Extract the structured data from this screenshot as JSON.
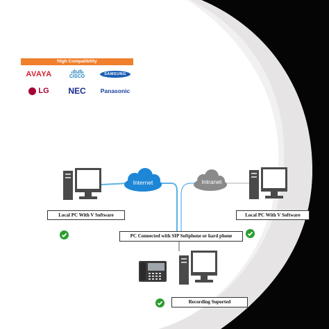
{
  "compatibility": {
    "header": "High Compatibility",
    "logos": {
      "avaya": "AVAYA",
      "cisco": "CISCO",
      "samsung": "SAMSUNG",
      "lg": "LG",
      "nec": "NEC",
      "panasonic": "Panasonic"
    }
  },
  "network": {
    "internet_label": "Internet",
    "intranet_label": "Intranet"
  },
  "labels": {
    "local_pc_left": "Local PC With V Software",
    "local_pc_right": "Local PC With V Software",
    "pc_connected": "PC Connected with SIP Softphone or hard phone",
    "recording": "Recording Suported"
  },
  "colors": {
    "background_dark": "#050505",
    "arc_gray": "#e7e4e6",
    "header_orange": "#f07f2e",
    "internet_cloud": "#1e86d6",
    "intranet_cloud": "#8a8a8a",
    "link_blue": "#5bb1e6",
    "check_green": "#2a9d2f",
    "pc_gray": "#4a4a4a"
  },
  "icons": [
    "desktop-pc-icon",
    "ip-phone-icon",
    "cloud-icon",
    "check-icon"
  ]
}
